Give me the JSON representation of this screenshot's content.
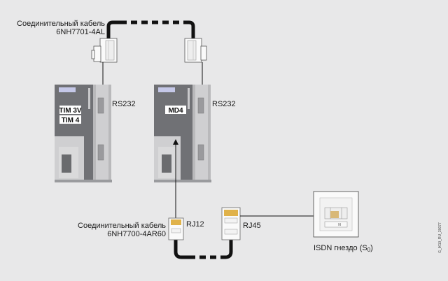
{
  "cables": {
    "serial": {
      "label_line1": "Соединительный кабель",
      "label_line2": "6NH7701-4AL"
    },
    "isdn": {
      "label_line1": "Соединительный кабель",
      "label_line2": "6NH7700-4AR60"
    }
  },
  "modules": {
    "tim": {
      "line1": "TIM 3V",
      "line2": "TIM 4",
      "port_label": "RS232"
    },
    "md4": {
      "line1": "MD4",
      "port_label": "RS232"
    }
  },
  "connectors": {
    "rj12": "RJ12",
    "rj45": "RJ45"
  },
  "socket": {
    "label_prefix": "ISDN гнездо (S",
    "label_sub": "0",
    "label_suffix": ")",
    "mark": "N"
  },
  "figure_id": "G_IK10_RU_30077",
  "colors": {
    "background": "#e8e8e9",
    "module_dark": "#6f7073",
    "module_light": "#c9c9cb",
    "cable": "#111111",
    "contacts": "#e0b24a"
  }
}
